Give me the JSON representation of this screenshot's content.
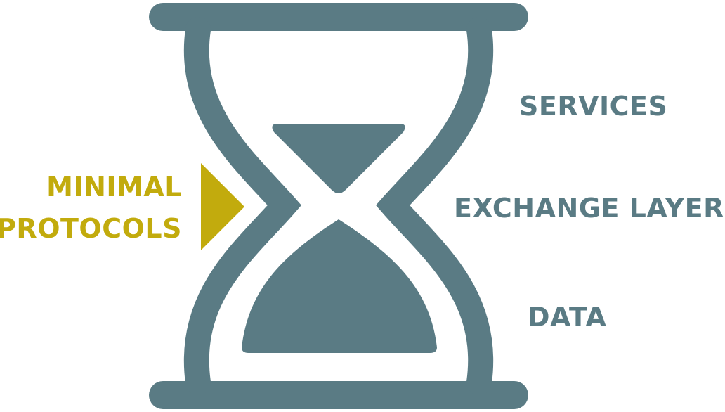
{
  "diagram": {
    "colors": {
      "hourglass": "#5a7b84",
      "accent": "#c2ab0d",
      "background": "#ffffff"
    },
    "right_labels": {
      "services": "SERVICES",
      "exchange_layer": "EXCHANGE LAYER",
      "data": "DATA"
    },
    "left_labels": {
      "line1": "MINIMAL",
      "line2": "PROTOCOLS"
    },
    "icons": {
      "hourglass": "hourglass-icon",
      "pointer": "arrow-right-icon"
    }
  }
}
